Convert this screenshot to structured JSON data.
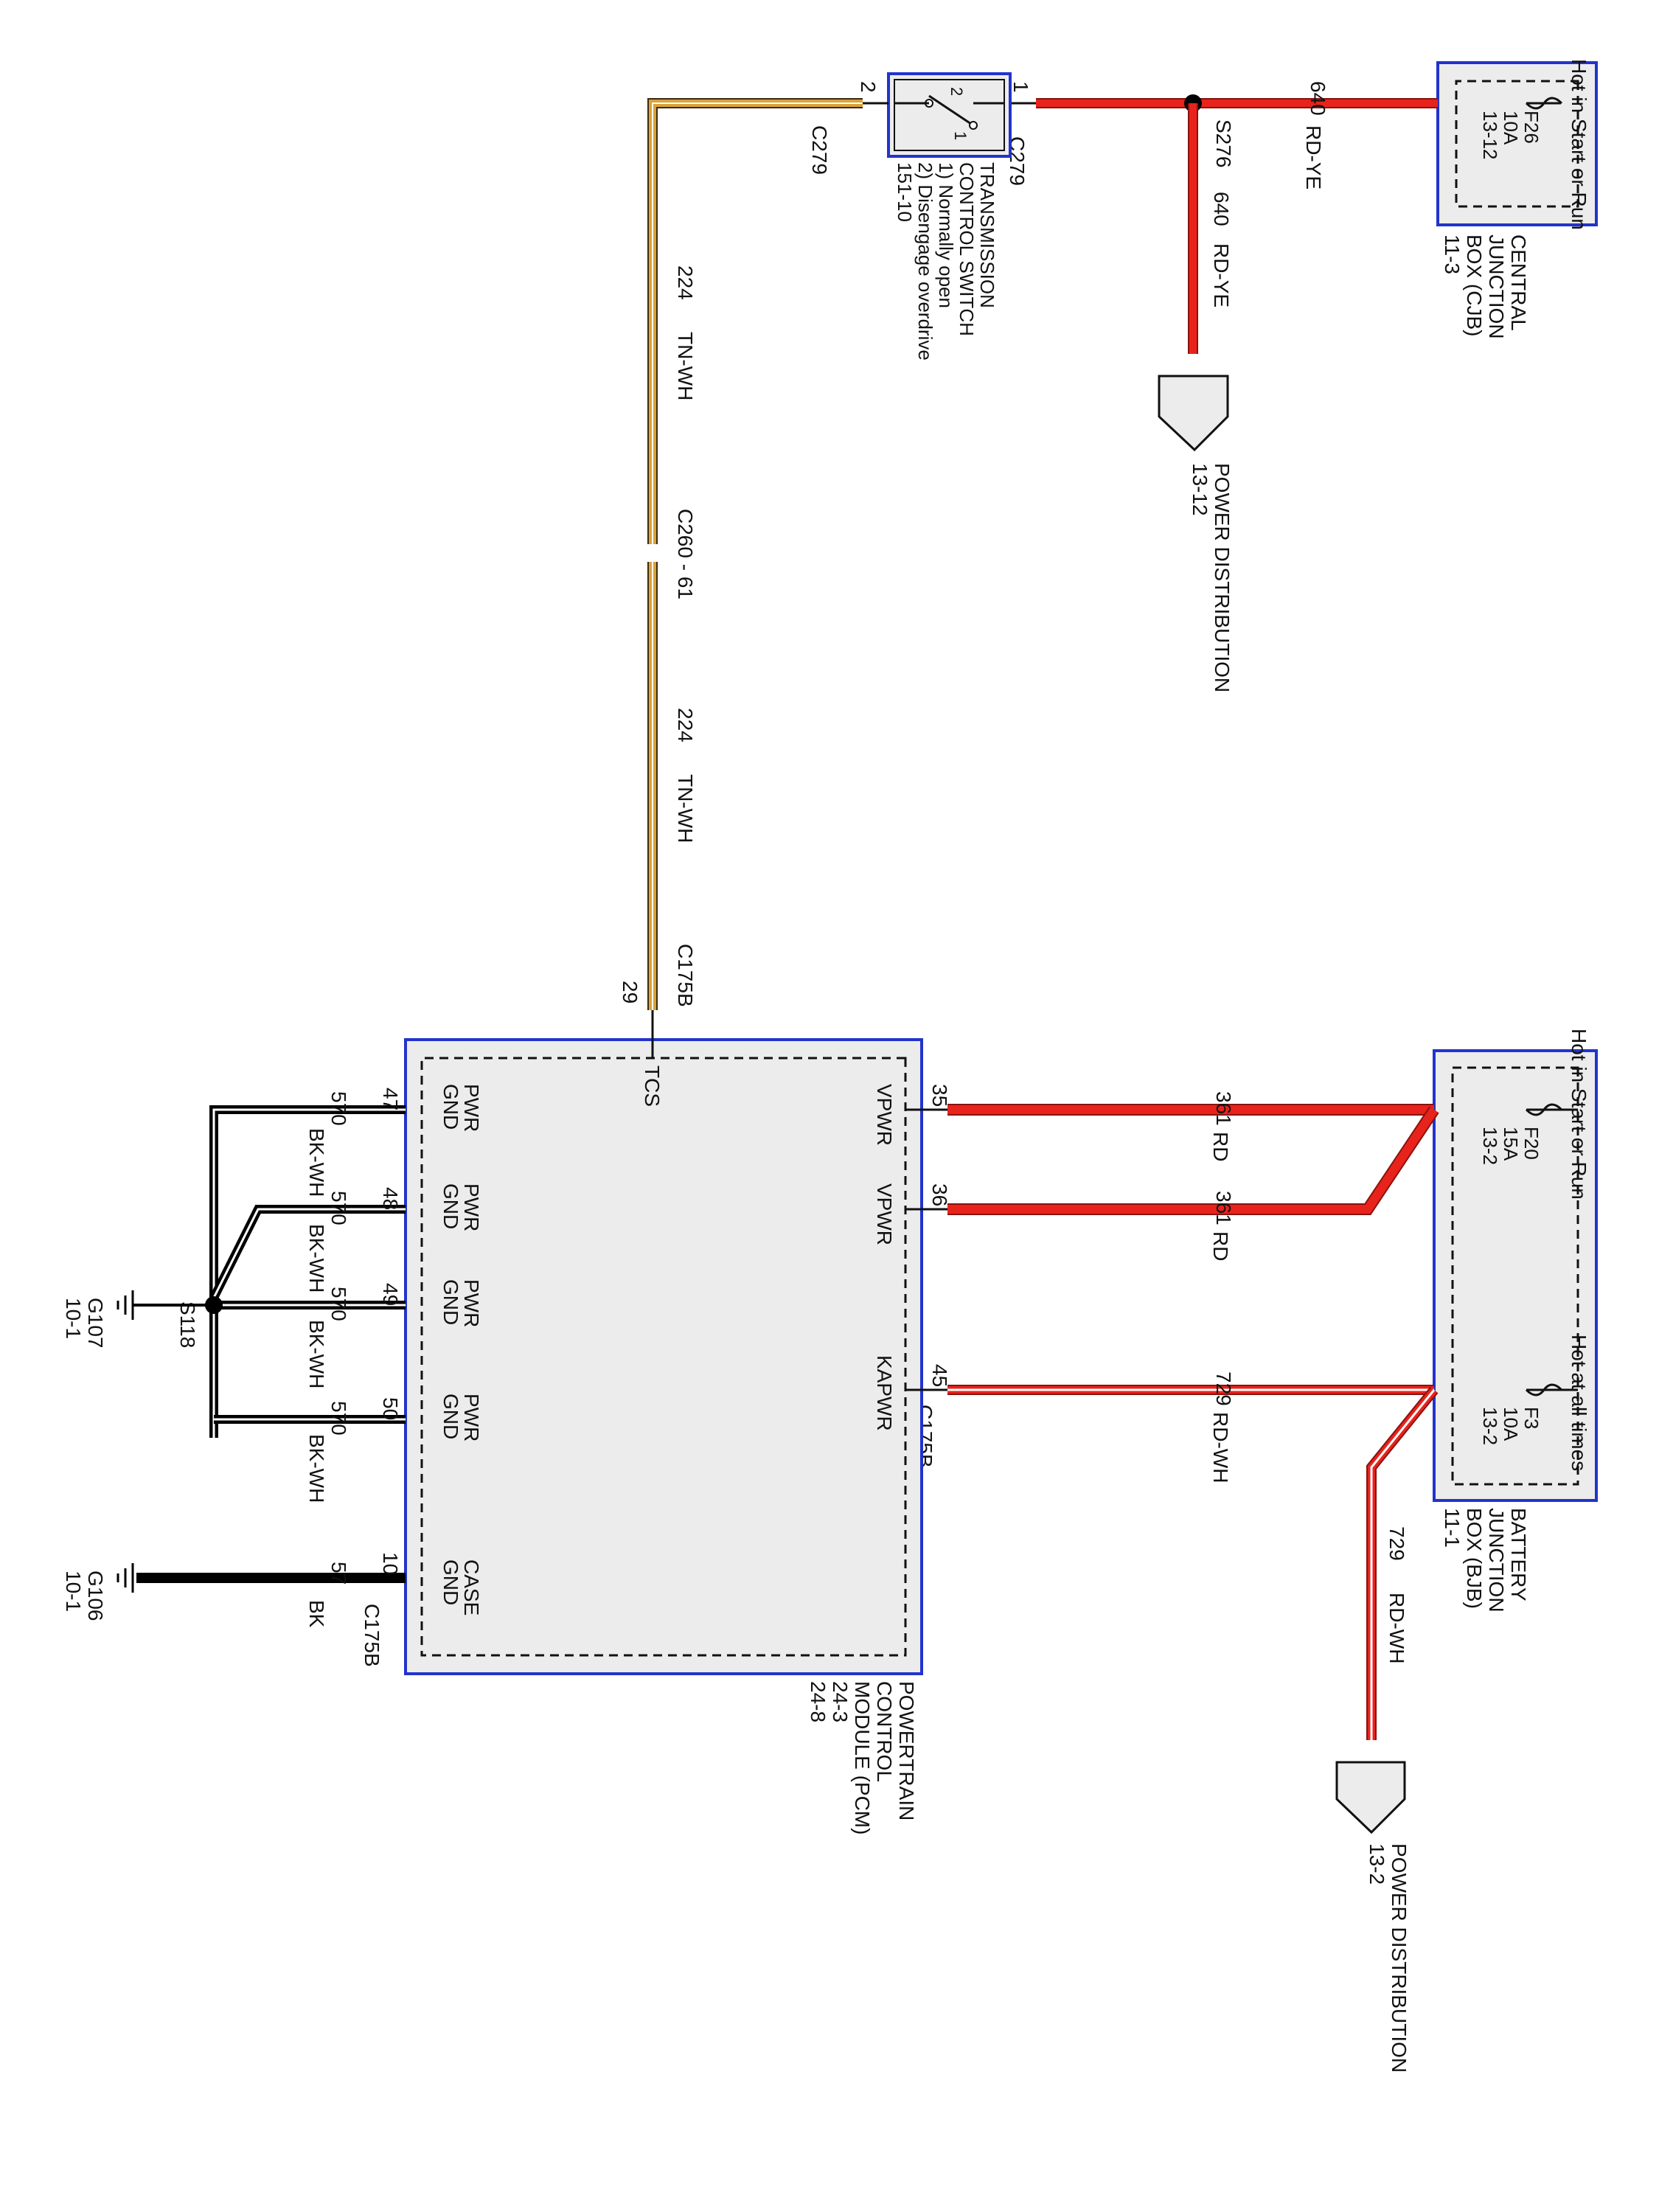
{
  "power_sources": {
    "hot_start_run_top": "Hot in Start or Run",
    "hot_start_run_mid": "Hot in Start or Run",
    "hot_all_times": "Hot at all times"
  },
  "cjb": {
    "label_lines": [
      "CENTRAL",
      "JUNCTION",
      "BOX (CJB)",
      "11-3"
    ],
    "fuse": {
      "id": "F26",
      "amps": "10A",
      "ref": "13-12"
    }
  },
  "bjb": {
    "label_lines": [
      "BATTERY",
      "JUNCTION",
      "BOX (BJB)",
      "11-1"
    ],
    "fuse_f20": {
      "id": "F20",
      "amps": "15A",
      "ref": "13-2"
    },
    "fuse_f3": {
      "id": "F3",
      "amps": "10A",
      "ref": "13-2"
    }
  },
  "wires": {
    "w640_top": {
      "circuit": "640",
      "color": "RD-YE"
    },
    "w640_branch": {
      "circuit": "640",
      "color": "RD-YE"
    },
    "w224_upper": {
      "circuit": "224",
      "color": "TN-WH"
    },
    "w224_lower": {
      "circuit": "224",
      "color": "TN-WH"
    },
    "w361_a": {
      "circuit": "361",
      "color": "RD"
    },
    "w361_b": {
      "circuit": "361",
      "color": "RD"
    },
    "w729_main": {
      "circuit": "729",
      "color": "RD-WH"
    },
    "w729_branch": {
      "circuit": "729",
      "color": "RD-WH"
    },
    "w570_47": {
      "circuit": "570",
      "color": "BK-WH"
    },
    "w570_48": {
      "circuit": "570",
      "color": "BK-WH"
    },
    "w570_49": {
      "circuit": "570",
      "color": "BK-WH"
    },
    "w570_50": {
      "circuit": "570",
      "color": "BK-WH"
    },
    "w57": {
      "circuit": "57",
      "color": "BK"
    }
  },
  "splices": {
    "s276": "S276",
    "s118": "S118"
  },
  "power_distribution": {
    "top": {
      "title": "POWER DISTRIBUTION",
      "ref": "13-12"
    },
    "bottom": {
      "title": "POWER DISTRIBUTION",
      "ref": "13-2"
    }
  },
  "trans_switch": {
    "label_lines": [
      "TRANSMISSION",
      "CONTROL SWITCH",
      "1) Normally open",
      "2) Disengage overdrive",
      "151-10"
    ],
    "pin_in": "1",
    "pin_out": "2",
    "sym_pin_1": "1",
    "sym_pin_2": "2",
    "connector_right": "C279",
    "connector_left": "C279"
  },
  "connectors": {
    "c260": "C260 - 61",
    "c175b_tcs": "C175B",
    "c175b_right": "C175B",
    "c175b_bottom": "C175B"
  },
  "pcm": {
    "label_lines": [
      "POWERTRAIN",
      "CONTROL",
      "MODULE (PCM)",
      "24-3",
      "24-8"
    ],
    "pins": {
      "p29": {
        "num": "29",
        "name": "TCS"
      },
      "p35": {
        "num": "35",
        "name": "VPWR"
      },
      "p36": {
        "num": "36",
        "name": "VPWR"
      },
      "p45": {
        "num": "45",
        "name": "KAPWR"
      },
      "p47": {
        "num": "47",
        "name": [
          "PWR",
          "GND"
        ]
      },
      "p48": {
        "num": "48",
        "name": [
          "PWR",
          "GND"
        ]
      },
      "p49": {
        "num": "49",
        "name": [
          "PWR",
          "GND"
        ]
      },
      "p50": {
        "num": "50",
        "name": [
          "PWR",
          "GND"
        ]
      },
      "p10": {
        "num": "10",
        "name": [
          "CASE",
          "GND"
        ]
      }
    }
  },
  "grounds": {
    "g107": {
      "id": "G107",
      "ref": "10-1"
    },
    "g106": {
      "id": "G106",
      "ref": "10-1"
    }
  },
  "colors": {
    "red": "#e8231c",
    "red_dark": "#8a120e",
    "tan": "#d9a23a",
    "black": "#000000",
    "blue": "#2233cc",
    "box_fill": "#ececec"
  }
}
